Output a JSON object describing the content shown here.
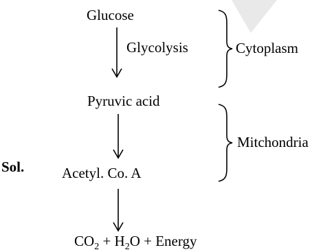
{
  "steps": {
    "glucose": "Glucose",
    "glycolysis": "Glycolysis",
    "pyruvic_acid": "Pyruvic acid",
    "acetyl_coa": "Acetyl. Co. A"
  },
  "products": {
    "co2_base": "CO",
    "co2_sub": "2",
    "plus_water": " + H",
    "water_sub": "2",
    "water_rest": "O + Energy"
  },
  "locations": {
    "cytoplasm": "Cytoplasm",
    "mitochondria": "Mitchondria"
  },
  "solution_label": "Sol."
}
